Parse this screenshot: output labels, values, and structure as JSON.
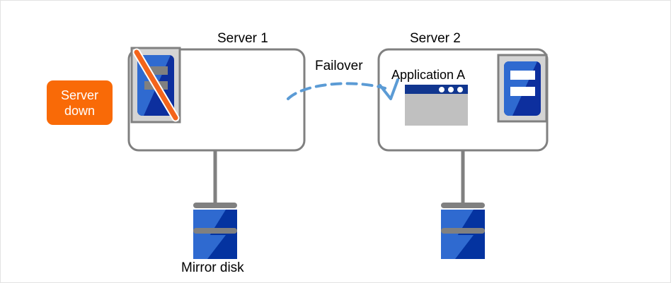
{
  "diagram": {
    "title_server1": "Server 1",
    "title_server2": "Server 2",
    "failover_label": "Failover",
    "application_label": "Application A",
    "mirror_disk_label": "Mirror disk",
    "status_badge": {
      "line1": "Server",
      "line2": "down",
      "color": "#f96a07",
      "text_color": "#ffffff"
    },
    "colors": {
      "box_border": "#808080",
      "connector": "#808080",
      "arrow": "#5b9bd5",
      "server_icon_frame": "#d4d4d4",
      "server_icon_frame_border": "#808080",
      "server_icon_blue_light": "#2f6ad0",
      "server_icon_blue_dark": "#0d2f9e",
      "server_icon_bar_inactive": "#808080",
      "server_icon_bar_active": "#ffffff",
      "slash_orange": "#f4641b",
      "slash_outline": "#ffffff",
      "window_titlebar": "#11368f",
      "window_body": "#c0c0c0",
      "disk_blue_light": "#2f6ad0",
      "disk_blue_dark": "#0433a0",
      "disk_cap": "#808080",
      "canvas_border": "#e3e3e3"
    },
    "nodes": [
      {
        "name": "server-1",
        "label": "Server 1",
        "state": "down",
        "has_application": false
      },
      {
        "name": "server-2",
        "label": "Server 2",
        "state": "active",
        "has_application": true
      }
    ],
    "storage": [
      {
        "name": "mirror-disk-left",
        "label": "Mirror disk",
        "attached_to": "Server 1"
      },
      {
        "name": "mirror-disk-right",
        "label": "",
        "attached_to": "Server 2"
      }
    ],
    "flow": {
      "from": "Server 1",
      "to": "Server 2",
      "label": "Failover",
      "style": "dashed-curved-arrow"
    }
  }
}
